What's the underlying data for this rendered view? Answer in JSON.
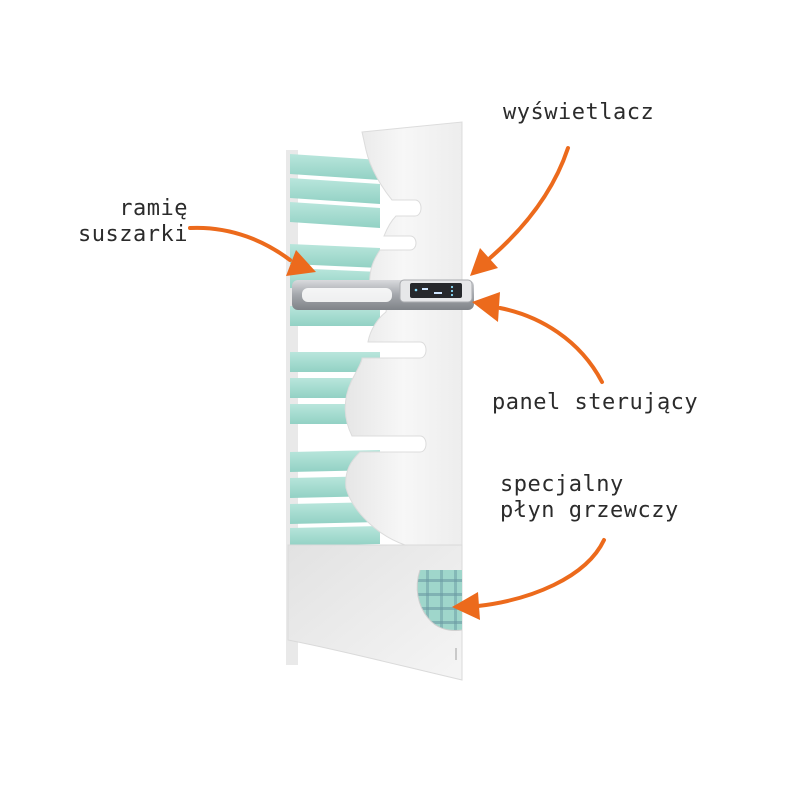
{
  "labels": {
    "display": "wyświetlacz",
    "arm_line1": "ramię",
    "arm_line2": "suszarki",
    "control_panel": "panel sterujący",
    "fluid_line1": "specjalny",
    "fluid_line2": "płyn grzewczy"
  },
  "colors": {
    "arrow": "#ec6a1c",
    "bars": "#a8dcd1",
    "panel": "#f2f2f2",
    "text": "#2b2b2b"
  },
  "icons": {
    "arrows": "orange-curved-arrow"
  }
}
